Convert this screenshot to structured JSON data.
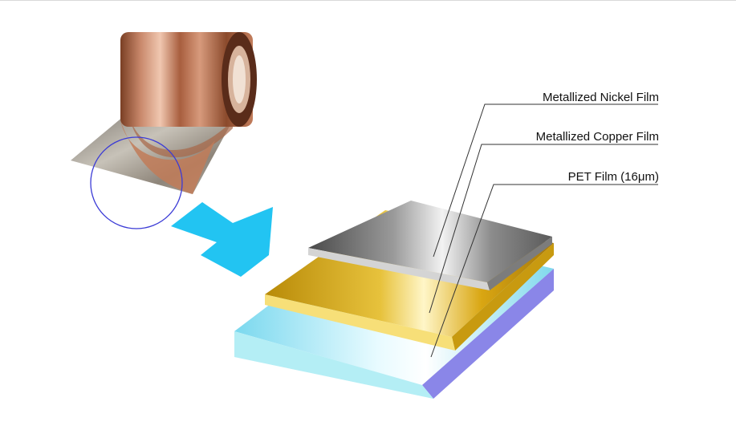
{
  "labels": {
    "nickel": "Metallized Nickel Film",
    "copper": "Metallized Copper Film",
    "pet": "PET Film (16μm)"
  },
  "colors": {
    "background": "#ffffff",
    "arrow": "#22c4f2",
    "magnifier_circle": "#3b3bd6",
    "nickel_layer": "#8a8a8a",
    "copper_layer": "#d8a410",
    "pet_layer": "#8fe6ee",
    "pet_side": "#8a86e8",
    "copper_roll": "#b8704a"
  },
  "icons": {
    "roll": "copper-foil-roll",
    "arrow": "right-arrow",
    "magnifier": "magnifier-circle"
  }
}
